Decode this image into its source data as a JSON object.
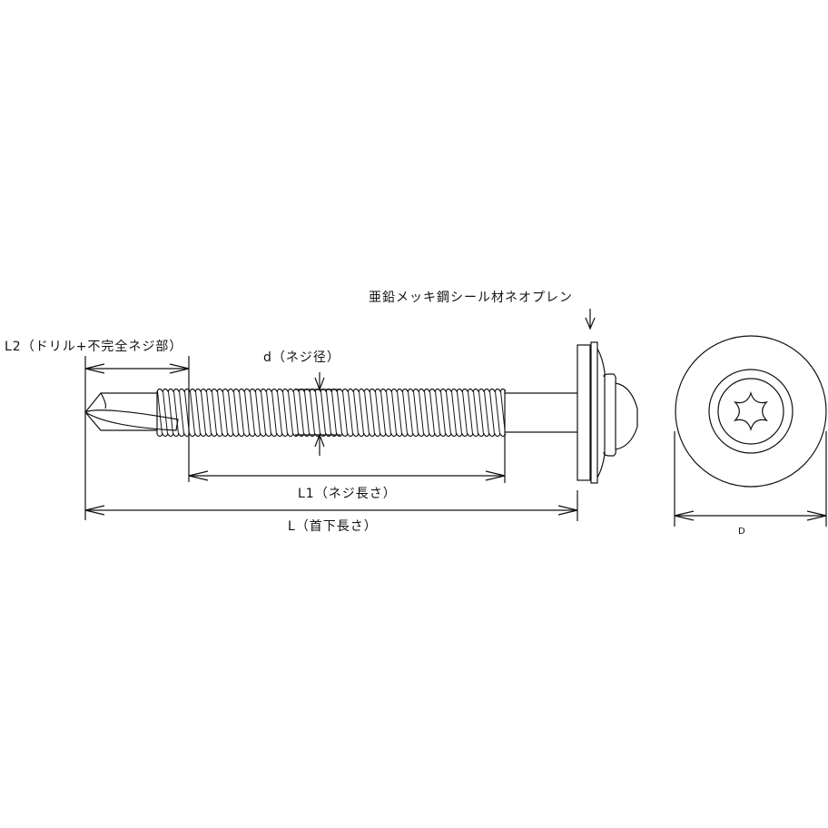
{
  "labels": {
    "seal_material": "亜鉛メッキ鋼シール材ネオプレン",
    "l2": "L2（ドリル+不完全ネジ部）",
    "d": "d（ネジ径）",
    "l1": "L1（ネジ長さ）",
    "l": "L（首下長さ）",
    "D": "D"
  },
  "colors": {
    "line": "#111111",
    "background": "#ffffff"
  }
}
